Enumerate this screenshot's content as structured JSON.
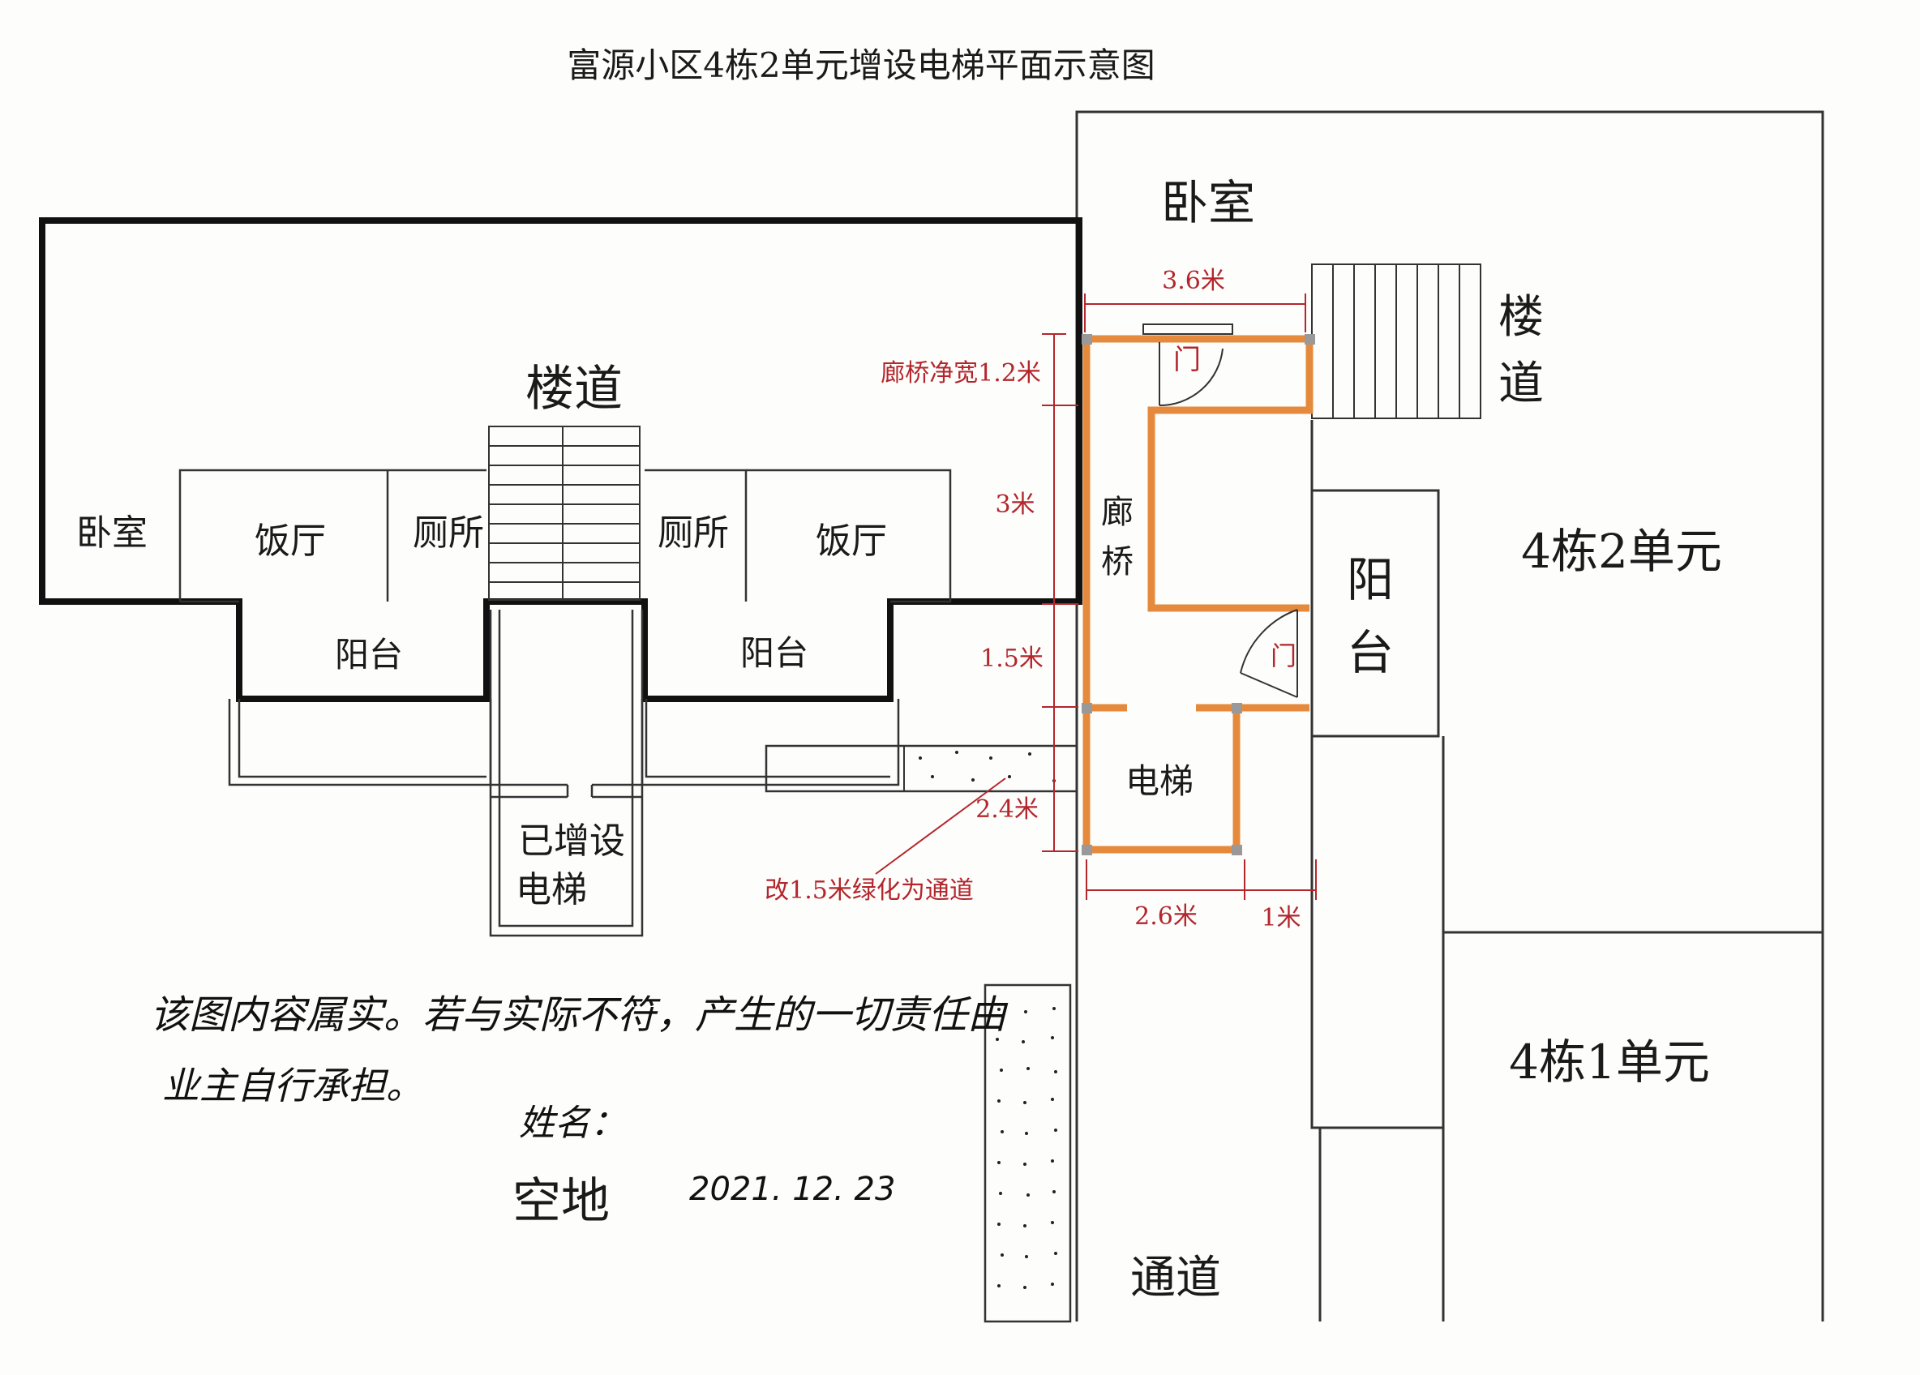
{
  "title": "富源小区4栋2单元增设电梯平面示意图",
  "left_building": {
    "stairwell": "楼道",
    "bedroom": "卧室",
    "dining_left": "饭厅",
    "toilet_left": "厕所",
    "toilet_right": "厕所",
    "dining_right": "饭厅",
    "balcony_left": "阳台",
    "balcony_right": "阳台",
    "existing_elevator_line1": "已增设",
    "existing_elevator_line2": "电梯"
  },
  "right_building": {
    "bedroom": "卧室",
    "stairwell_line1": "楼",
    "stairwell_line2": "道",
    "balcony_line1": "阳",
    "balcony_line2": "台",
    "unit2": "4栋2单元",
    "unit1": "4栋1单元"
  },
  "new_structure": {
    "corridor_line1": "廊",
    "corridor_line2": "桥",
    "door_top": "门",
    "door_side": "门",
    "elevator": "电梯"
  },
  "dimensions": {
    "width_top": "3.6米",
    "bridge_width": "廊桥净宽1.2米",
    "length_3m": "3米",
    "length_1_5m": "1.5米",
    "length_2_4m": "2.4米",
    "width_2_6m": "2.6米",
    "width_1m": "1米",
    "note_greenway": "改1.5米绿化为通道"
  },
  "open_space": "空地",
  "passage": "通道",
  "handwriting": {
    "line1": "该图内容属实。若与实际不符，产生的一切责任由",
    "line2": "业主自行承担。",
    "name_label": "姓名：",
    "date": "2021. 12. 23"
  },
  "colors": {
    "ink": "#1a1a1a",
    "dimension_red": "#b3262c",
    "new_wall_orange": "#e58a3c",
    "wall_black": "#111111"
  }
}
